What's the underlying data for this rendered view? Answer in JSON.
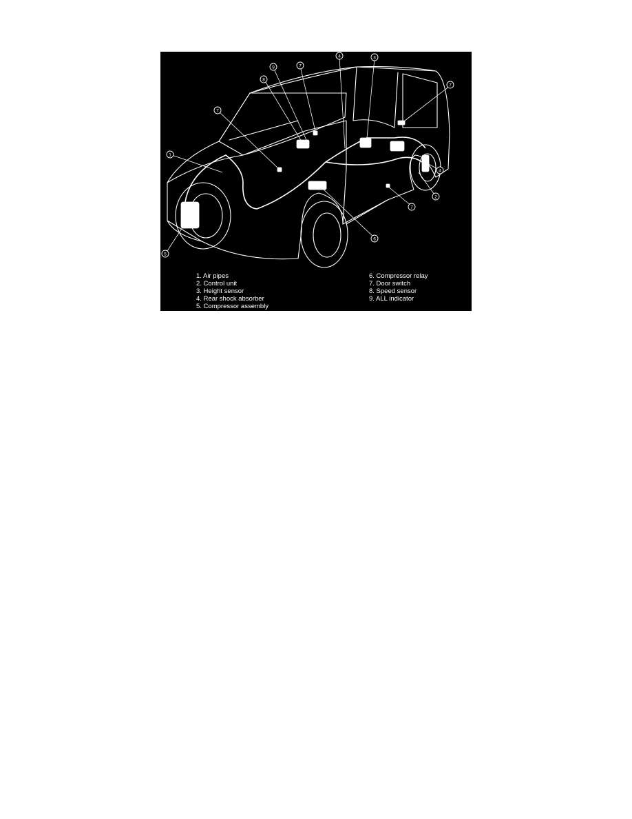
{
  "diagram": {
    "callouts": [
      {
        "id": "c1",
        "label": "1"
      },
      {
        "id": "c2",
        "label": "2"
      },
      {
        "id": "c3",
        "label": "3"
      },
      {
        "id": "c4a",
        "label": "4"
      },
      {
        "id": "c4b",
        "label": "4"
      },
      {
        "id": "c5",
        "label": "5"
      },
      {
        "id": "c6",
        "label": "6"
      },
      {
        "id": "c7a",
        "label": "7"
      },
      {
        "id": "c7b",
        "label": "7"
      },
      {
        "id": "c7c",
        "label": "7"
      },
      {
        "id": "c7d",
        "label": "7"
      },
      {
        "id": "c8",
        "label": "8"
      },
      {
        "id": "c9",
        "label": "9"
      }
    ],
    "legend": {
      "left": [
        "1. Air pipes",
        "2. Control unit",
        "3. Height sensor",
        "4. Rear shock absorber",
        "5. Compressor assembly"
      ],
      "right": [
        "6. Compressor relay",
        "7. Door switch",
        "8. Speed sensor",
        "9. ALL indicator"
      ]
    },
    "colors": {
      "background": "#000000",
      "ink": "#ffffff",
      "page": "#ffffff"
    }
  }
}
